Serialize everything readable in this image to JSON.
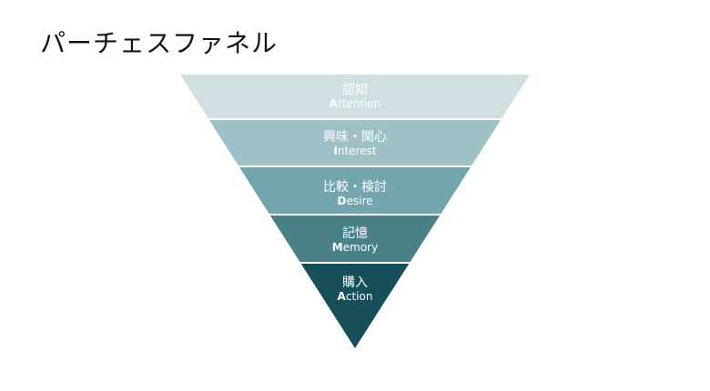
{
  "title": "パーチェスファネル",
  "stages": [
    {
      "jp": "認知",
      "initial": "A",
      "rest": "ttention",
      "color": "#d0dfe2"
    },
    {
      "jp": "興味・関心",
      "initial": "I",
      "rest": "nterest",
      "color": "#9fc0c6"
    },
    {
      "jp": "比較・検討",
      "initial": "D",
      "rest": "esire",
      "color": "#73a5ae"
    },
    {
      "jp": "記憶",
      "initial": "M",
      "rest": "emory",
      "color": "#4a8088"
    },
    {
      "jp": "購入",
      "initial": "A",
      "rest": "ction",
      "color": "#164e59"
    }
  ]
}
